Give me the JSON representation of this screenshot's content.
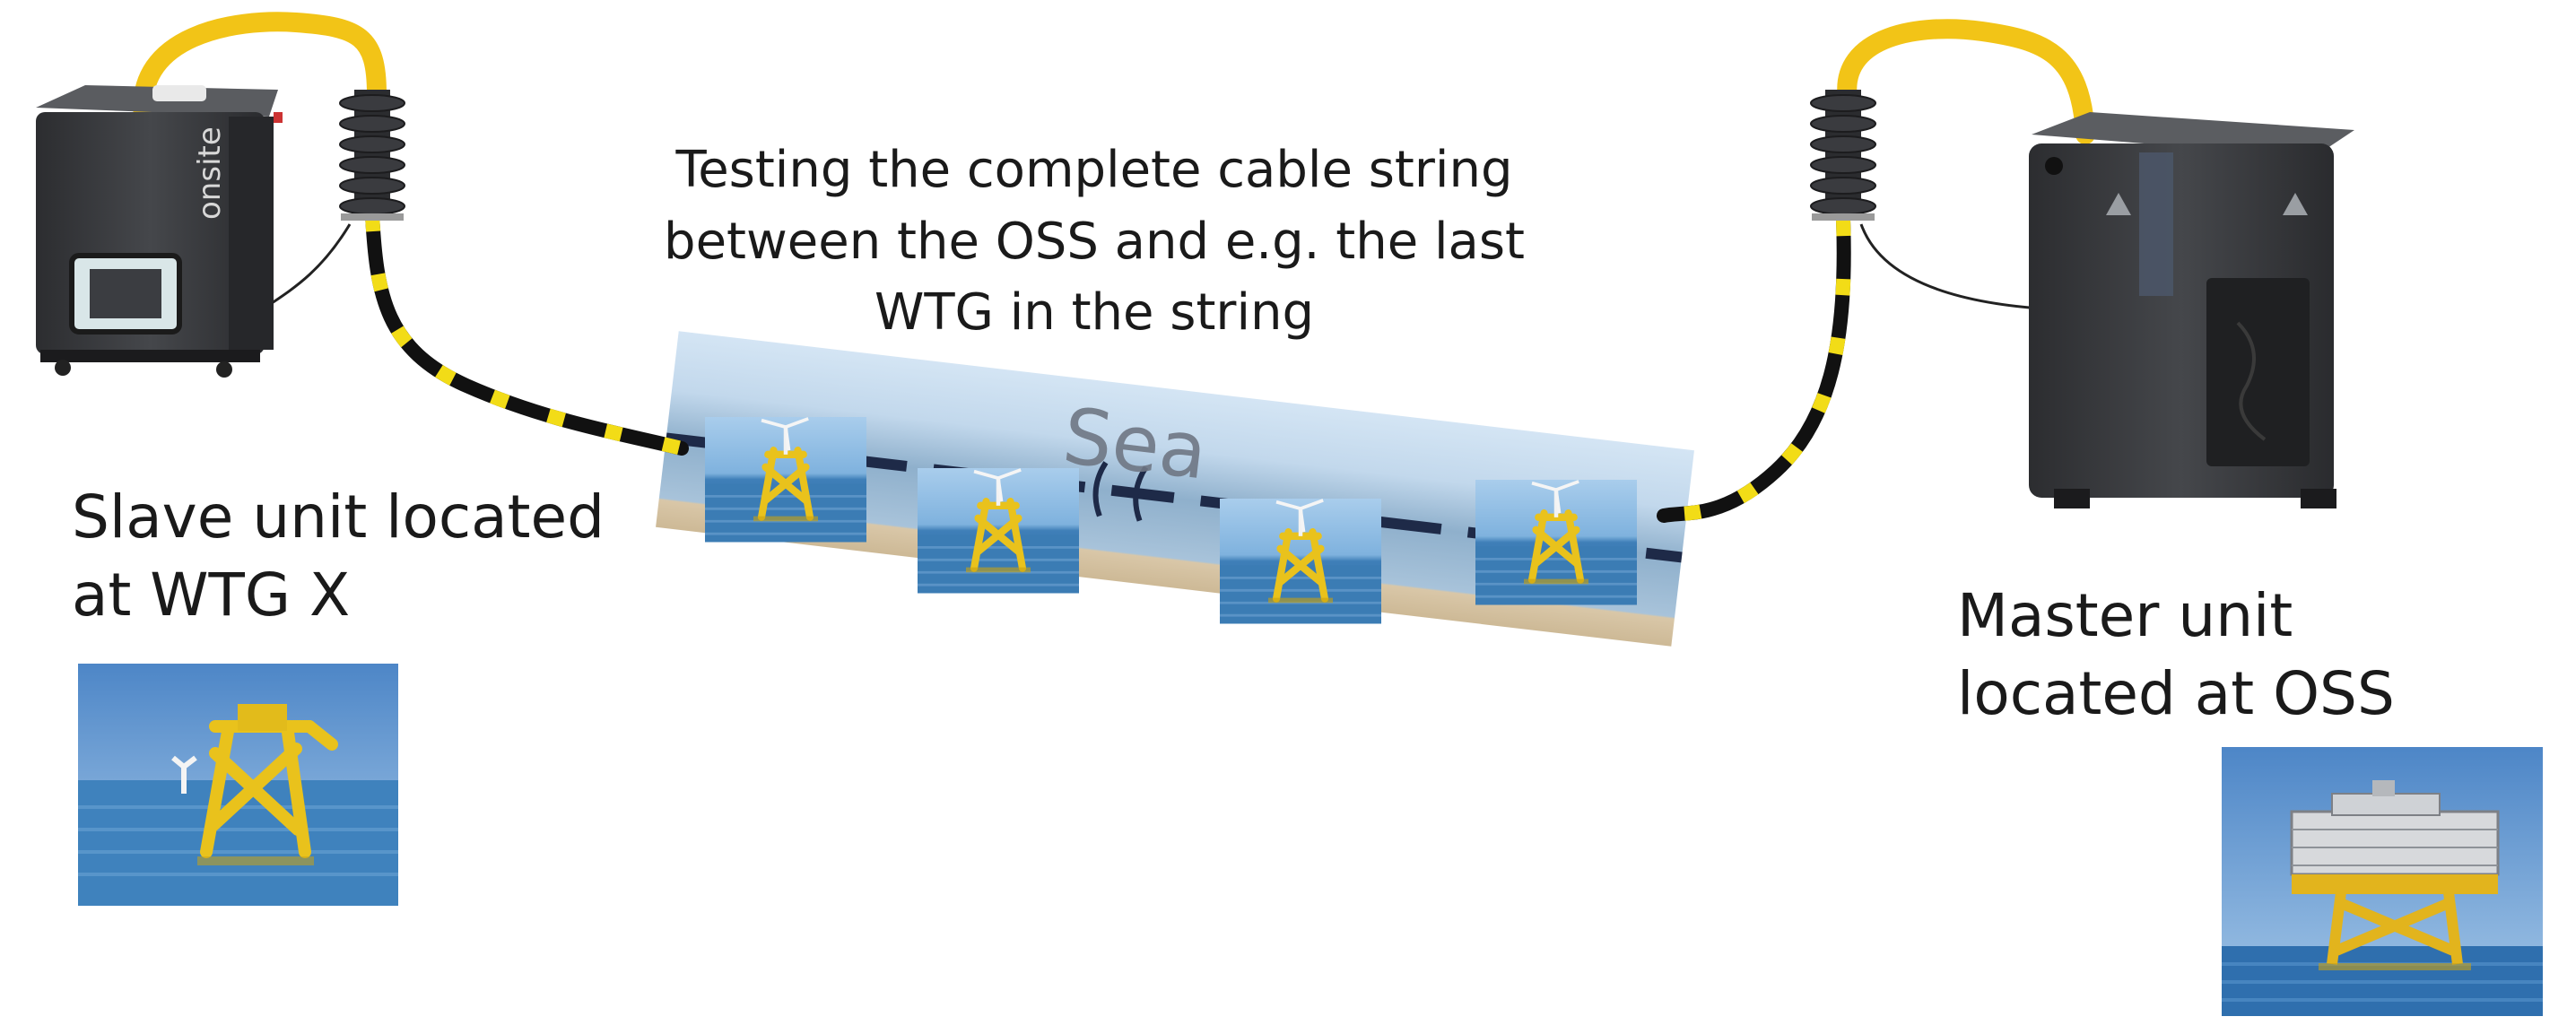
{
  "caption": {
    "line1": "Testing the complete cable string",
    "line2": "between the OSS and e.g. the last",
    "line3": "WTG in the string"
  },
  "slave": {
    "label_line1": "Slave unit located",
    "label_line2": "at WTG X",
    "device_brand": "onsite"
  },
  "master": {
    "label_line1": "Master unit",
    "label_line2": "located at OSS"
  },
  "sea": {
    "label": "Sea"
  },
  "colors": {
    "cable_yellow": "#f2c417",
    "cable_black": "#111111",
    "sea_top": "#bcd6ee",
    "sea_band": "#8fb0cc",
    "sand": "#d9c7a8",
    "structure_yellow": "#e9c21c",
    "water": "#3d7fb8",
    "device_dark": "#3a3c40"
  }
}
